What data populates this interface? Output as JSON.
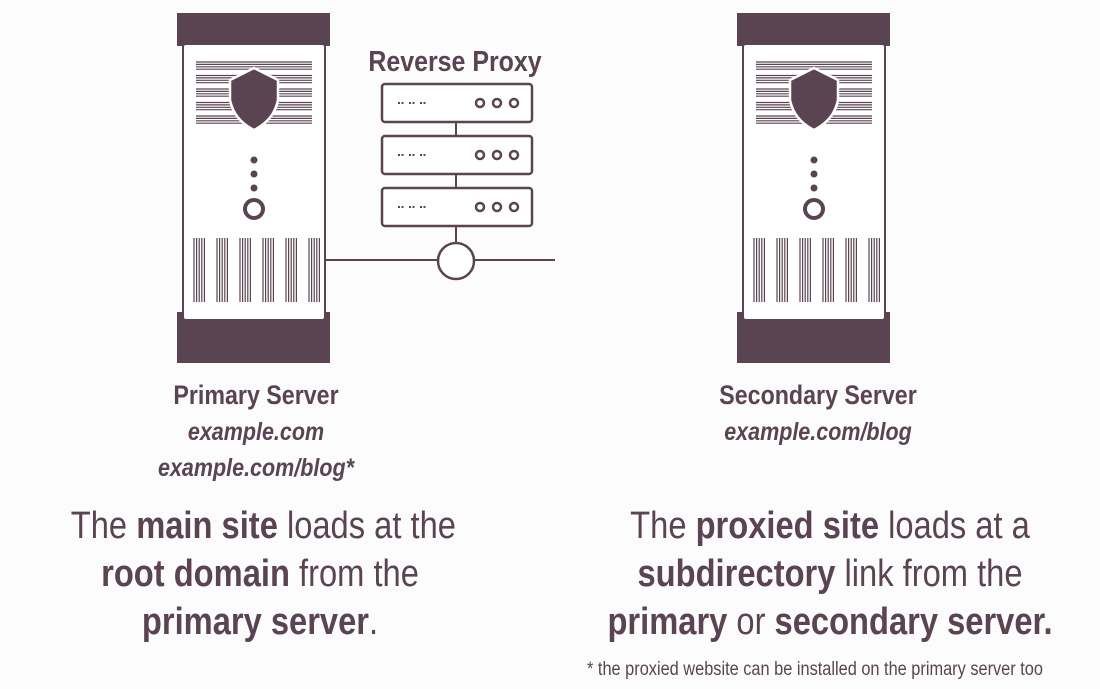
{
  "colors": {
    "primary": "#5a4452",
    "stroke": "#5a4452",
    "background": "#fdfcfd",
    "light": "#ffffff"
  },
  "icons": {
    "server": "server-tower-icon",
    "shield": "shield-icon",
    "proxy": "proxy-rack-icon",
    "hub": "hub-node-icon"
  },
  "proxy": {
    "title": "Reverse Proxy"
  },
  "primary": {
    "name": "Primary Server",
    "domain1": "example.com",
    "domain2": "example.com/blog*",
    "caption": {
      "line1a": "The ",
      "line1b": "main site",
      "line1c": " loads at the",
      "line2a": "root domain",
      "line2b": " from the",
      "line3a": "primary server",
      "line3b": "."
    }
  },
  "secondary": {
    "name": "Secondary Server",
    "domain1": "example.com/blog",
    "caption": {
      "line1a": "The ",
      "line1b": "proxied site",
      "line1c": " loads at a",
      "line2a": "subdirectory",
      "line2b": " link from the",
      "line3a": "primary",
      "line3b": " or ",
      "line3c": "secondary server."
    }
  },
  "footnote": "* the proxied website can be installed on the primary server too"
}
